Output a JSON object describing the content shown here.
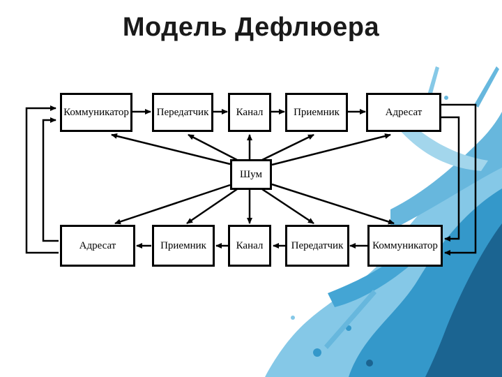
{
  "title": "Модель Дефлюера",
  "top_row": {
    "communicator": "Коммуникатор",
    "transmitter": "Передатчик",
    "channel": "Канал",
    "receiver": "Приемник",
    "addressee": "Адресат"
  },
  "noise": "Шум",
  "bottom_row": {
    "addressee": "Адресат",
    "receiver": "Приемник",
    "channel": "Канал",
    "transmitter": "Передатчик",
    "communicator": "Коммуникатор"
  },
  "colors": {
    "splash_dark": "#0f5c8c",
    "splash_mid": "#2a93c8",
    "splash_light": "#7fc6e6"
  }
}
